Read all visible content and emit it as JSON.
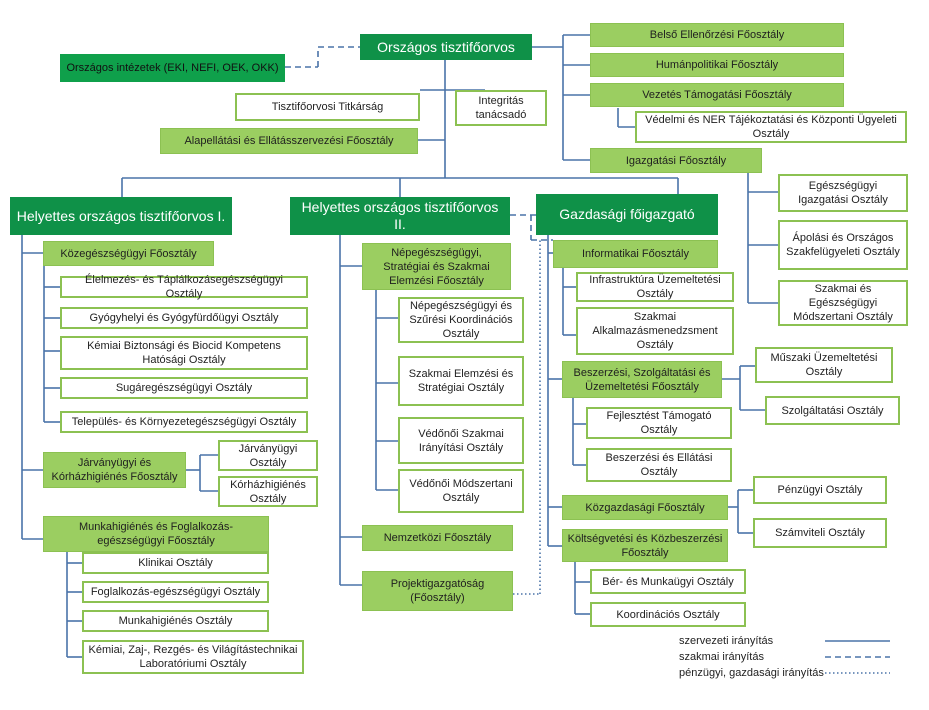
{
  "colors": {
    "dark_green": "#0f9148",
    "mid_green": "#9bce61",
    "light_border": "#8cc152",
    "line_blue": "#4a73a8"
  },
  "chief": "Országos tisztifőorvos",
  "institutes": "Országos intézetek (EKI, NEFI, OEK, OKK)",
  "secretariat": "Tisztifőorvosi Titkárság",
  "integrity": "Integritás tanácsadó",
  "basic_care": "Alapellátási és Ellátásszervezési Főosztály",
  "right_top": {
    "internal_audit": "Belső Ellenőrzési Főosztály",
    "hr": "Humánpolitikai Főosztály",
    "leadership_support": "Vezetés Támogatási Főosztály",
    "defense": "Védelmi és NER Tájékoztatási és Központi Ügyeleti Osztály",
    "admin": "Igazgatási Főosztály"
  },
  "admin_units": {
    "health": "Egészségügyi Igazgatási Osztály",
    "nursing": "Ápolási és Országos Szakfelügyeleti Osztály",
    "method": "Szakmai és Egészségügyi Módszertani Osztály"
  },
  "deputy1": {
    "title": "Helyettes országos tisztifőorvos I.",
    "public_health": "Közegészségügyi Főosztály",
    "ph_units": [
      "Élelmezés- és Táplálkozásegészségügyi Osztály",
      "Gyógyhelyi és Gyógyfürdőügyi Osztály",
      "Kémiai Biztonsági és Biocid Kompetens Hatósági Osztály",
      "Sugáregészségügyi Osztály",
      "Település- és Környezetegészségügyi Osztály"
    ],
    "epidemic": "Járványügyi és Kórházhigiénés Főosztály",
    "epi_units": [
      "Járványügyi Osztály",
      "Kórházhigiénés Osztály"
    ],
    "occupational": "Munkahigiénés és Foglalkozás-egészségügyi Főosztály",
    "occ_units": [
      "Klinikai Osztály",
      "Foglalkozás-egészségügyi Osztály",
      "Munkahigiénés Osztály",
      "Kémiai, Zaj-, Rezgés- és Világítástechnikai Laboratóriumi Osztály"
    ]
  },
  "deputy2": {
    "title": "Helyettes országos tisztifőorvos II.",
    "people_health": "Népegészségügyi, Stratégiai és Szakmai Elemzési Főosztály",
    "units": [
      "Népegészségügyi és Szűrési Koordinációs Osztály",
      "Szakmai Elemzési és Stratégiai Osztály",
      "Védőnői Szakmai Irányítási Osztály",
      "Védőnői Módszertani Osztály"
    ],
    "international": "Nemzetközi Főosztály",
    "project": "Projektigazgatóság (Főosztály)"
  },
  "finance": {
    "title": "Gazdasági főigazgató",
    "it": "Informatikai Főosztály",
    "it_units": [
      "Infrastruktúra Üzemeltetési Osztály",
      "Szakmai Alkalmazásmenedzsment Osztály"
    ],
    "procurement": "Beszerzési, Szolgáltatási és Üzemeltetési Főosztály",
    "proc_left": [
      "Fejlesztést Támogató Osztály",
      "Beszerzési és Ellátási Osztály"
    ],
    "proc_right": [
      "Műszaki Üzemeltetési Osztály",
      "Szolgáltatási Osztály"
    ],
    "economic": "Közgazdasági Főosztály",
    "econ_units": [
      "Pénzügyi Osztály",
      "Számviteli Osztály"
    ],
    "budget": "Költségvetési és Közbeszerzési Főosztály",
    "budget_units": [
      "Bér- és Munkaügyi Osztály",
      "Koordinációs Osztály"
    ]
  },
  "legend": {
    "solid": "szervezeti irányítás",
    "dashed": "szakmai irányítás",
    "dotted": "pénzügyi, gazdasági irányítás"
  }
}
